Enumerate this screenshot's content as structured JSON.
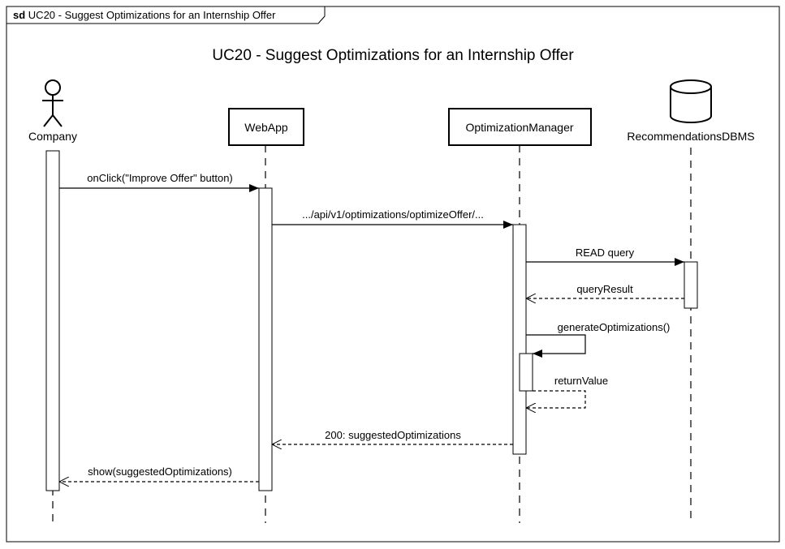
{
  "frame": {
    "keyword": "sd",
    "name": "UC20 - Suggest Optimizations for an Internship Offer"
  },
  "title": "UC20 - Suggest Optimizations for an Internship Offer",
  "participants": {
    "company": {
      "label": "Company",
      "kind": "actor-icon"
    },
    "webapp": {
      "label": "WebApp"
    },
    "optimization_manager": {
      "label": "OptimizationManager"
    },
    "recommendations_dbms": {
      "label": "RecommendationsDBMS",
      "kind": "database-icon"
    }
  },
  "messages": {
    "m1": "onClick(\"Improve Offer\" button)",
    "m2": ".../api/v1/optimizations/optimizeOffer/...",
    "m3": "READ query",
    "m4": "queryResult",
    "m5": "generateOptimizations()",
    "m6": "returnValue",
    "m7": "200: suggestedOptimizations",
    "m8": "show(suggestedOptimizations)"
  },
  "colors": {
    "stroke": "#000000",
    "background": "#ffffff"
  }
}
